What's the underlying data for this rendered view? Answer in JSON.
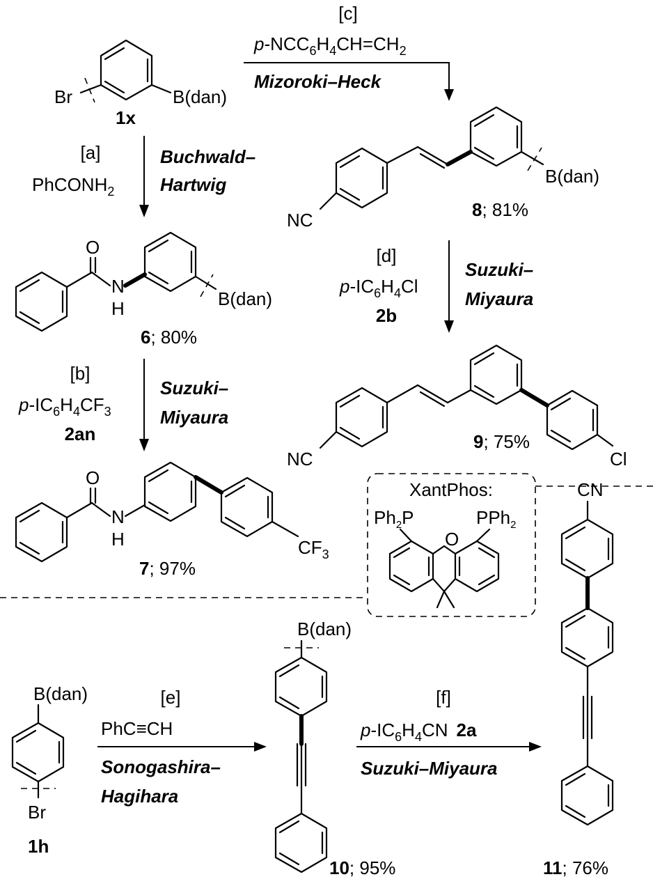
{
  "reagents": {
    "c_tag": "[c]",
    "c_prefix": "p",
    "c_body": "-NCC",
    "c_sub1": "6",
    "c_mid": "H",
    "c_sub2": "4",
    "c_end": "CH=CH",
    "c_sub3": "2",
    "c_name": "Mizoroki–Heck",
    "a_tag": "[a]",
    "a_reagent": "PhCONH",
    "a_sub": "2",
    "a_name1": "Buchwald–",
    "a_name2": "Hartwig",
    "b_tag": "[b]",
    "b_prefix": "p",
    "b_body": "-IC",
    "b_sub1": "6",
    "b_mid": "H",
    "b_sub2": "4",
    "b_end": "CF",
    "b_sub3": "3",
    "b_id": "2an",
    "b_name1": "Suzuki–",
    "b_name2": "Miyaura",
    "d_tag": "[d]",
    "d_prefix": "p",
    "d_body": "-IC",
    "d_sub1": "6",
    "d_mid": "H",
    "d_sub2": "4",
    "d_end": "Cl",
    "d_id": "2b",
    "d_name1": "Suzuki–",
    "d_name2": "Miyaura",
    "e_tag": "[e]",
    "e_reagent": "PhC≡CH",
    "e_name1": "Sonogashira–",
    "e_name2": "Hagihara",
    "f_tag": "[f]",
    "f_prefix": "p",
    "f_body": "-IC",
    "f_sub1": "6",
    "f_mid": "H",
    "f_sub2": "4",
    "f_end": "CN",
    "f_id": "2a",
    "f_name": "Suzuki–Miyaura"
  },
  "compounds": {
    "c1x": {
      "id": "1x",
      "bdan": "B(dan)",
      "br": "Br"
    },
    "c6": {
      "id": "6",
      "yield": "; 80%",
      "o": "O",
      "n": "N",
      "h": "H",
      "bdan": "B(dan)"
    },
    "c7": {
      "id": "7",
      "yield": "; 97%",
      "o": "O",
      "n": "N",
      "h": "H",
      "cf": "CF",
      "cf_sub": "3"
    },
    "c8": {
      "id": "8",
      "yield": "; 81%",
      "nc": "NC",
      "bdan": "B(dan)"
    },
    "c9": {
      "id": "9",
      "yield": "; 75%",
      "nc": "NC",
      "cl": "Cl"
    },
    "c1h": {
      "id": "1h",
      "bdan": "B(dan)",
      "br": "Br"
    },
    "c10": {
      "id": "10",
      "yield": "; 95%",
      "bdan": "B(dan)"
    },
    "c11": {
      "id": "11",
      "yield": "; 76%",
      "cn": "CN"
    }
  },
  "xantphos": {
    "title": "XantPhos:",
    "ph2p": "Ph",
    "ph2p_sub": "2",
    "ph2p_end": "P",
    "pph2": "PPh",
    "pph2_sub": "2",
    "o": "O"
  }
}
